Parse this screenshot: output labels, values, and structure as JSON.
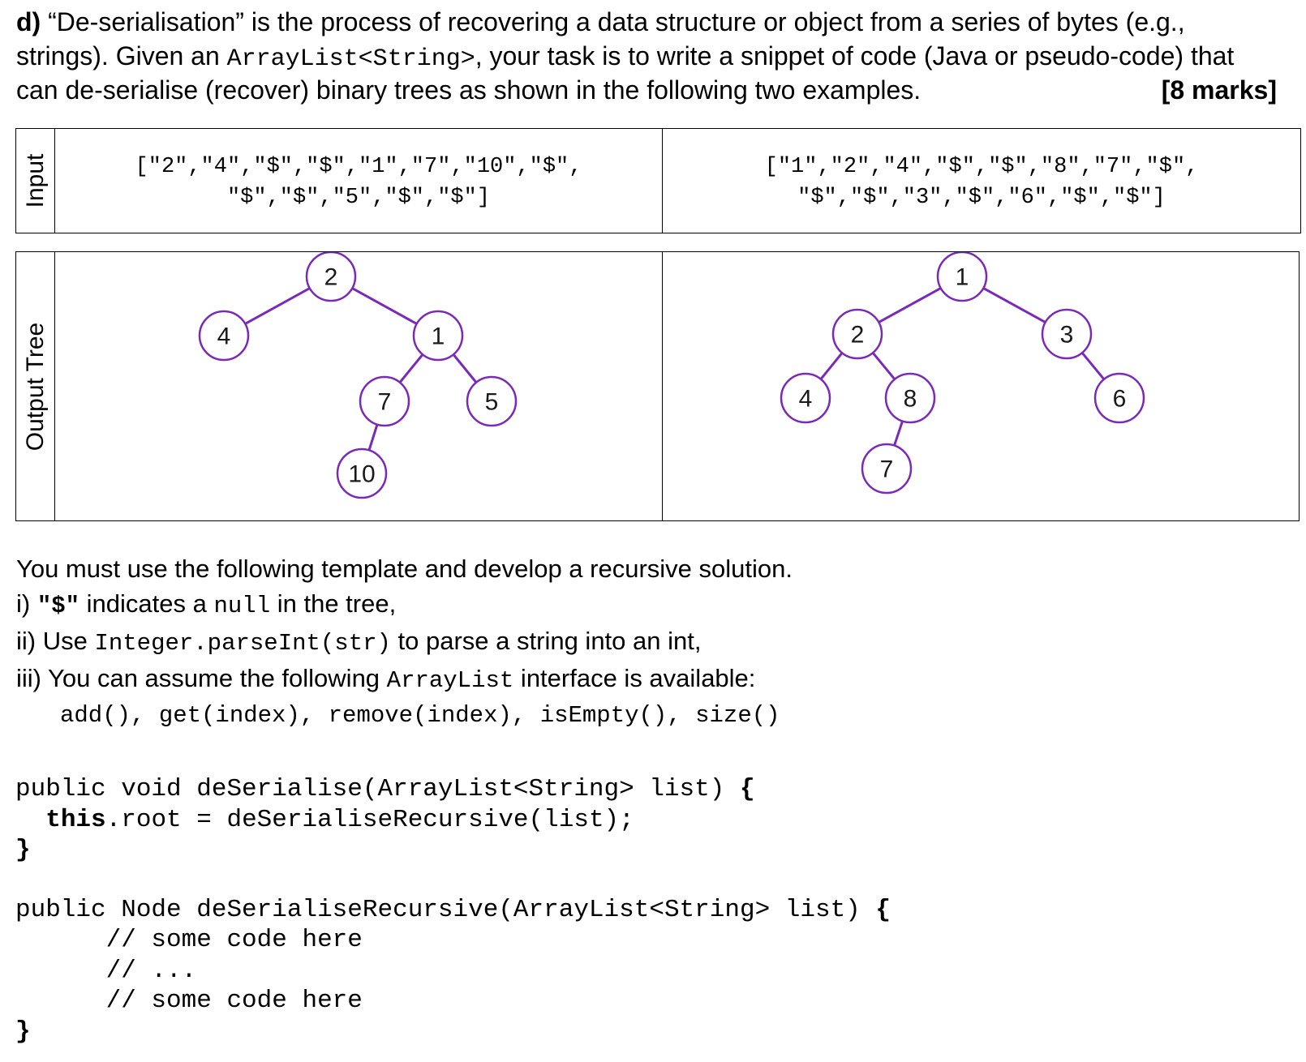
{
  "question": {
    "part_label": "d)",
    "line1": " “De-serialisation” is the process of recovering a data structure or object from a series of bytes (e.g.,",
    "line2_pre": "strings). Given an ",
    "line2_code": "ArrayList<String>",
    "line2_post": ", your task is to write a snippet of code (Java or pseudo-code) that",
    "line3": "can de-serialise (recover) binary trees as shown in the following two examples.",
    "marks": "[8 marks]"
  },
  "table": {
    "input_label": "Input",
    "output_label": "Output Tree",
    "examples": [
      {
        "input_line1": "[\"2\",\"4\",\"$\",\"$\",\"1\",\"7\",\"10\",\"$\",",
        "input_line2": "\"$\",\"$\",\"5\",\"$\",\"$\"]",
        "nodes": [
          {
            "id": "n2",
            "label": "2"
          },
          {
            "id": "n4",
            "label": "4"
          },
          {
            "id": "n1",
            "label": "1"
          },
          {
            "id": "n7",
            "label": "7"
          },
          {
            "id": "n5",
            "label": "5"
          },
          {
            "id": "n10",
            "label": "10"
          }
        ],
        "edges": [
          [
            "n2",
            "n4"
          ],
          [
            "n2",
            "n1"
          ],
          [
            "n1",
            "n7"
          ],
          [
            "n1",
            "n5"
          ],
          [
            "n7",
            "n10"
          ]
        ]
      },
      {
        "input_line1": "[\"1\",\"2\",\"4\",\"$\",\"$\",\"8\",\"7\",\"$\",",
        "input_line2": "\"$\",\"$\",\"3\",\"$\",\"6\",\"$\",\"$\"]",
        "nodes": [
          {
            "id": "m1",
            "label": "1"
          },
          {
            "id": "m2",
            "label": "2"
          },
          {
            "id": "m3",
            "label": "3"
          },
          {
            "id": "m4",
            "label": "4"
          },
          {
            "id": "m8",
            "label": "8"
          },
          {
            "id": "m6",
            "label": "6"
          },
          {
            "id": "m7",
            "label": "7"
          }
        ],
        "edges": [
          [
            "m1",
            "m2"
          ],
          [
            "m1",
            "m3"
          ],
          [
            "m2",
            "m4"
          ],
          [
            "m2",
            "m8"
          ],
          [
            "m3",
            "m6"
          ],
          [
            "m8",
            "m7"
          ]
        ]
      }
    ],
    "colors": {
      "edge": "#7a2ab8",
      "node_border": "#7a2ab8"
    }
  },
  "instructions": {
    "intro": "You must use the following template and develop a recursive solution.",
    "i_pre": "i) ",
    "i_code": "\"$\"",
    "i_mid": " indicates a ",
    "i_code2": "null",
    "i_post": " in the tree,",
    "ii_pre": "ii) Use ",
    "ii_code": "Integer.parseInt(str)",
    "ii_post": " to parse a string into an int,",
    "iii_pre": "iii) You can assume the following ",
    "iii_code": "ArrayList",
    "iii_post": " interface is available:",
    "methods": "add(), get(index), remove(index), isEmpty(), size()"
  },
  "code": {
    "m1_kw": "public void ",
    "m1_name": "deSerialise",
    "m1_params": "(ArrayList<String> list) ",
    "m1_open": "{",
    "m1_this": "this",
    "m1_body": ".root = deSerialiseRecursive(list);",
    "m1_close": "}",
    "m2_kw": "public Node ",
    "m2_name": "deSerialiseRecursive",
    "m2_params": "(ArrayList<String> list) ",
    "m2_open": "{",
    "m2_c1": "// some code here",
    "m2_c2": "// ...",
    "m2_c3": "// some code here",
    "m2_close": "}"
  }
}
